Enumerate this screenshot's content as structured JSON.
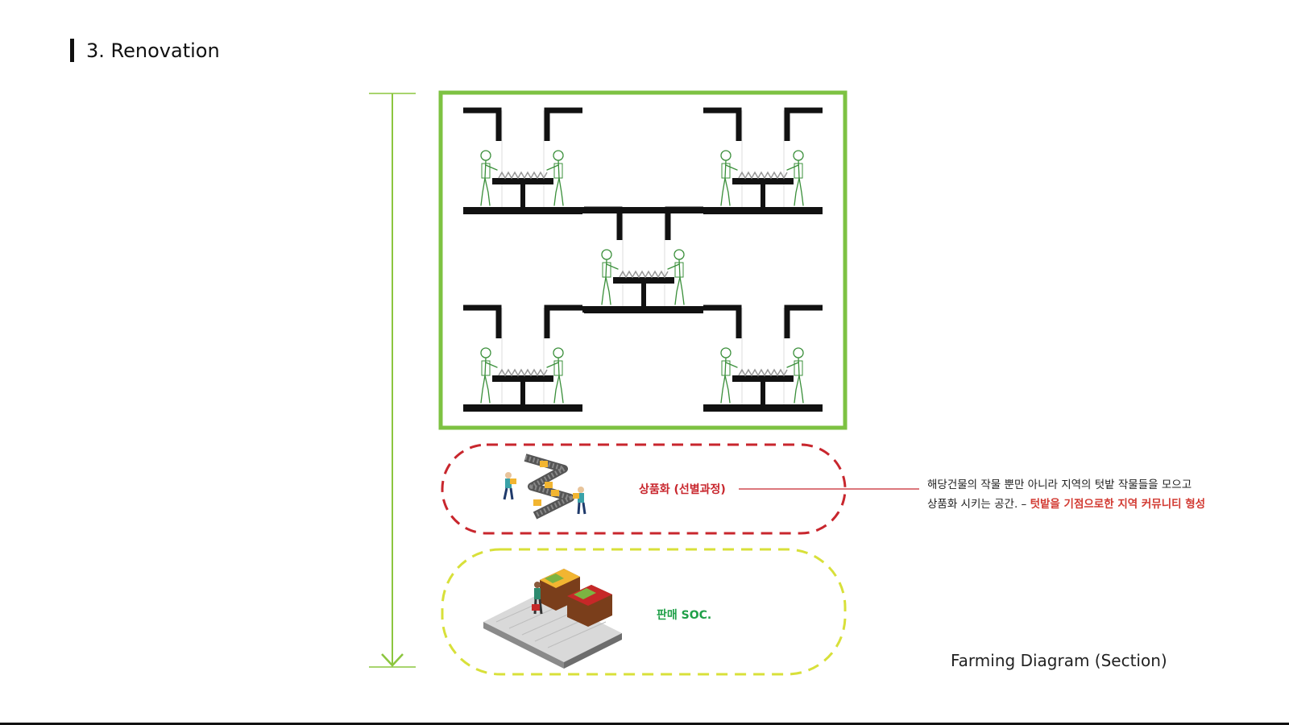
{
  "header": {
    "title": "3. Renovation"
  },
  "colors": {
    "frame_green": "#7dc242",
    "arrow_green": "#8cc63f",
    "process_red": "#c8262d",
    "market_yellow": "#d8e03a",
    "figure_green": "#3a8f3a",
    "structure_black": "#111111"
  },
  "diagram": {
    "process_label": "상품화 (선별과정)",
    "market_label": "판매 SOC.",
    "description_line1": "해당건물의 작물 뿐만 아니라 지역의 텃밭 작물들을 모으고",
    "description_line2_prefix": "상품화 시키는 공간. – ",
    "description_line2_highlight": "텃밭을 기점으로한 지역 커뮤니티 형성",
    "caption": "Farming Diagram (Section)"
  }
}
